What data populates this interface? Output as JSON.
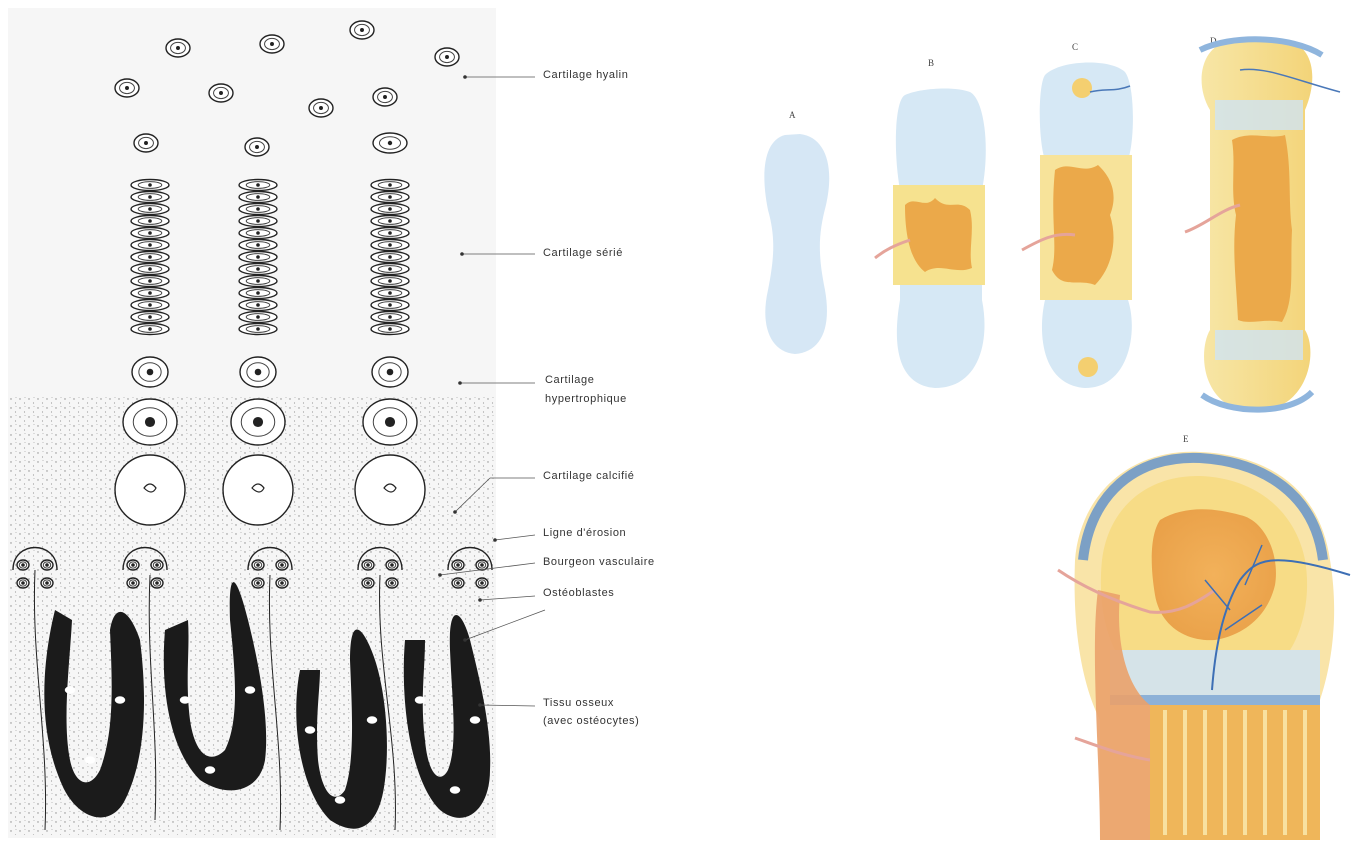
{
  "left_figure": {
    "labels": [
      {
        "id": "cartilage-hyalin",
        "text": "Cartilage hyalin"
      },
      {
        "id": "cartilage-serie",
        "text": "Cartilage sérié"
      },
      {
        "id": "cartilage-hypertrophique-1",
        "text": "Cartilage"
      },
      {
        "id": "cartilage-hypertrophique-2",
        "text": "hypertrophique"
      },
      {
        "id": "cartilage-calcifie",
        "text": "Cartilage calcifié"
      },
      {
        "id": "ligne-erosion",
        "text": "Ligne d'érosion"
      },
      {
        "id": "bourgeon-vasculaire",
        "text": "Bourgeon vasculaire"
      },
      {
        "id": "osteoblastes",
        "text": "Ostéoblastes"
      },
      {
        "id": "tissu-osseux-1",
        "text": "Tissu osseux"
      },
      {
        "id": "tissu-osseux-2",
        "text": "(avec ostéocytes)"
      }
    ]
  },
  "right_figure": {
    "panels": [
      "A",
      "B",
      "C",
      "D",
      "E"
    ]
  },
  "colors": {
    "cartilage_blue": "#cfe3f3",
    "bone_yellow": "#f6d77a",
    "marrow_orange": "#e9a94a",
    "vessel_pink": "#e5a49a",
    "bone_black": "#1b1b1b"
  }
}
